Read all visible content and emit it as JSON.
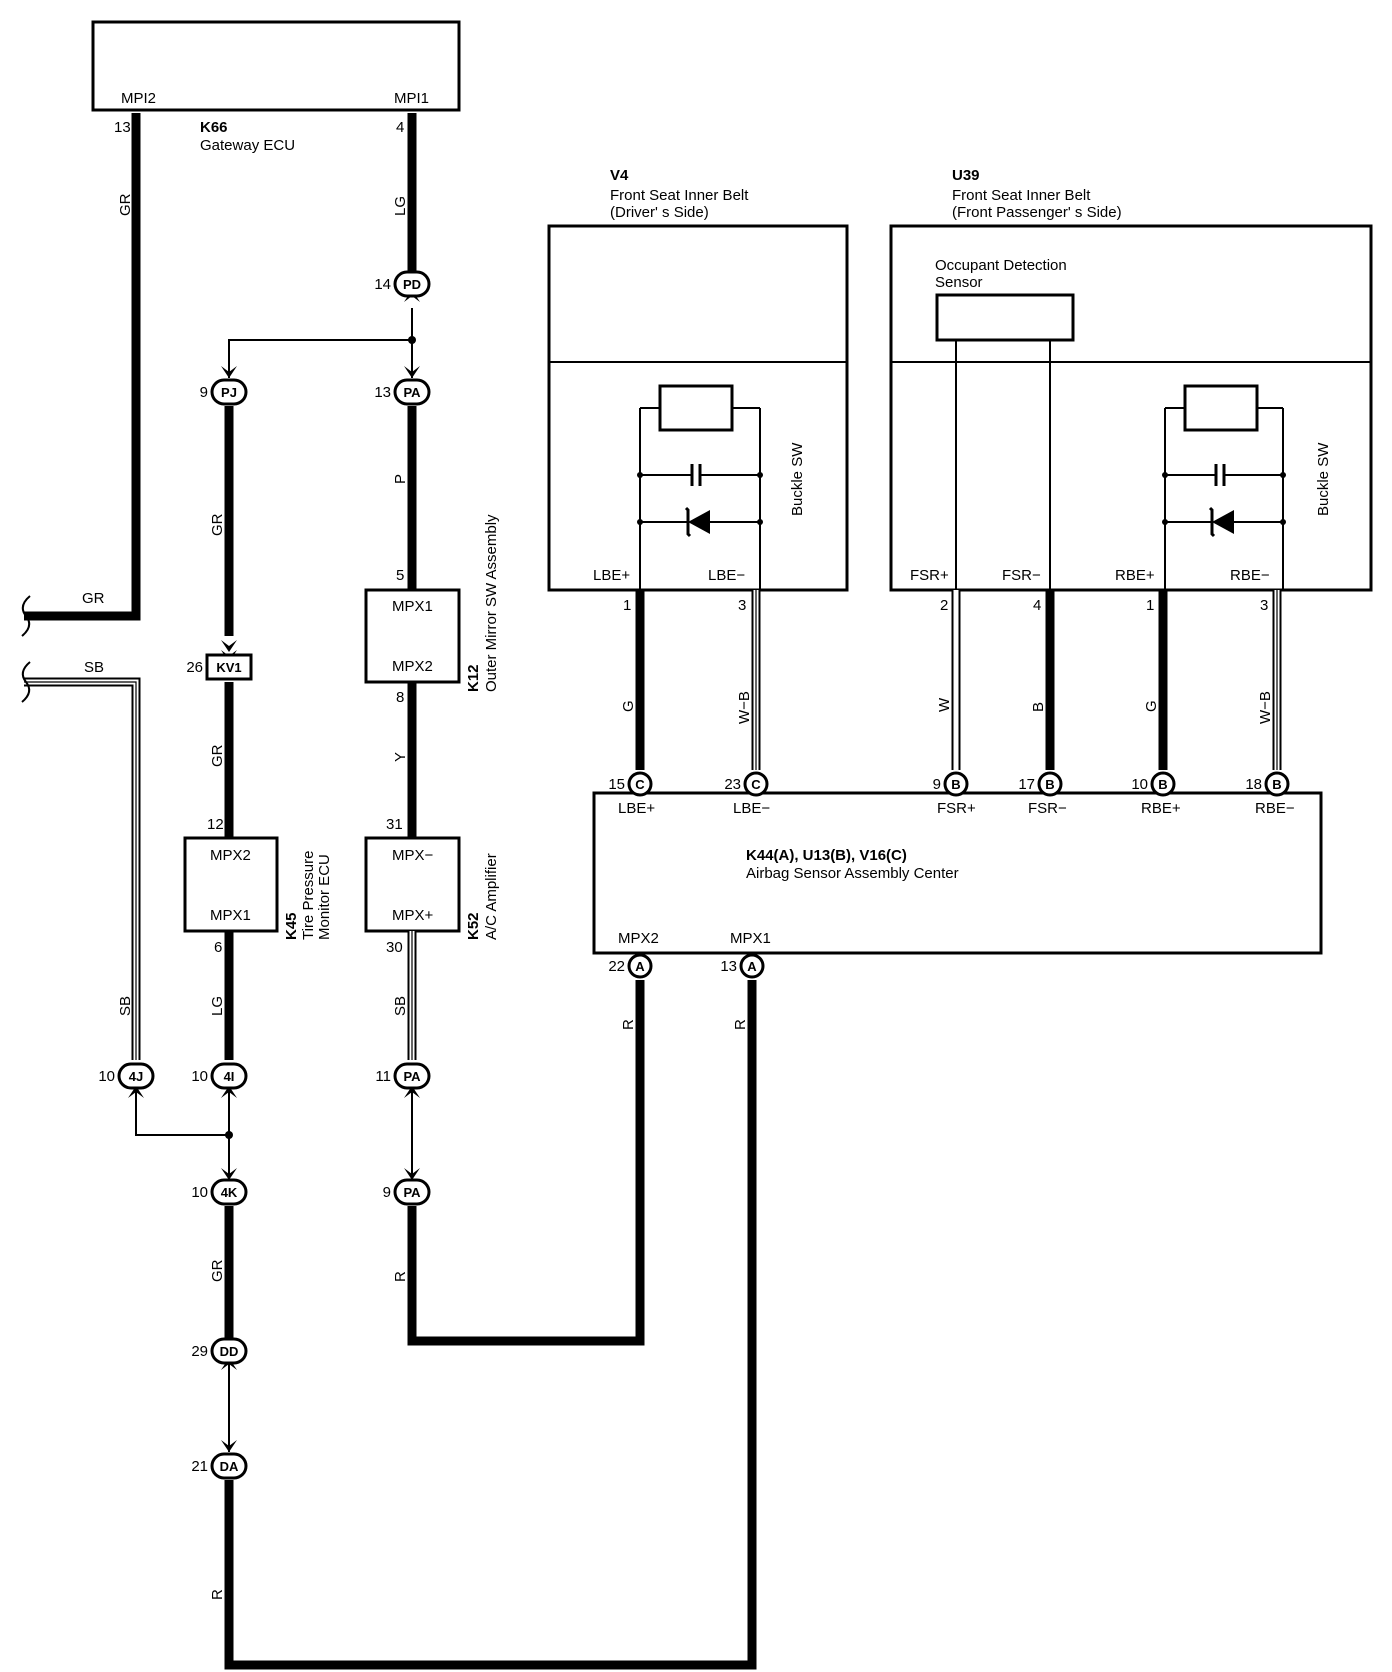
{
  "components": {
    "k66": {
      "id": "K66",
      "name": "Gateway ECU",
      "pin_mpi2": "MPI2",
      "pin_mpi1": "MPI1",
      "n_mpi2": "13",
      "n_mpi1": "4"
    },
    "v4": {
      "id": "V4",
      "name1": "Front Seat Inner Belt",
      "name2": "(Driver' s Side)",
      "buckle": "Buckle SW",
      "p_lbep": "LBE+",
      "p_lbem": "LBE−",
      "n1": "1",
      "n3": "3"
    },
    "u39": {
      "id": "U39",
      "name1": "Front Seat Inner Belt",
      "name2": "(Front Passenger' s Side)",
      "sensor1": "Occupant Detection",
      "sensor2": "Sensor",
      "buckle": "Buckle SW",
      "p_fsrp": "FSR+",
      "p_fsrm": "FSR−",
      "p_rbep": "RBE+",
      "p_rbem": "RBE−",
      "n2": "2",
      "n4": "4",
      "n1": "1",
      "n3": "3"
    },
    "k12": {
      "id": "K12",
      "name": "Outer Mirror SW Assembly",
      "p1": "MPX1",
      "p2": "MPX2",
      "n5": "5",
      "n8": "8"
    },
    "k45": {
      "id": "K45",
      "name1": "Tire Pressure",
      "name2": "Monitor ECU",
      "p2": "MPX2",
      "p1": "MPX1",
      "n12": "12",
      "n6": "6"
    },
    "k52": {
      "id": "K52",
      "name": "A/C Amplifier",
      "pm": "MPX−",
      "pp": "MPX+",
      "n31": "31",
      "n30": "30"
    },
    "k44": {
      "id": "K44(A), U13(B), V16(C)",
      "name": "Airbag Sensor Assembly Center",
      "top_pins": [
        "LBE+",
        "LBE−",
        "FSR+",
        "FSR−",
        "RBE+",
        "RBE−"
      ],
      "p_mpx2": "MPX2",
      "p_mpx1": "MPX1"
    }
  },
  "connectors": {
    "pd14": {
      "n": "14",
      "c": "PD"
    },
    "pj9": {
      "n": "9",
      "c": "PJ"
    },
    "pa13": {
      "n": "13",
      "c": "PA"
    },
    "kv1": {
      "n": "26",
      "c": "KV1"
    },
    "j4": {
      "n": "10",
      "c": "4J"
    },
    "i4": {
      "n": "10",
      "c": "4I"
    },
    "pa11": {
      "n": "11",
      "c": "PA"
    },
    "k4": {
      "n": "10",
      "c": "4K"
    },
    "pa9": {
      "n": "9",
      "c": "PA"
    },
    "dd": {
      "n": "29",
      "c": "DD"
    },
    "da": {
      "n": "21",
      "c": "DA"
    },
    "c15": {
      "n": "15",
      "c": "C"
    },
    "c23": {
      "n": "23",
      "c": "C"
    },
    "b9": {
      "n": "9",
      "c": "B"
    },
    "b17": {
      "n": "17",
      "c": "B"
    },
    "b10": {
      "n": "10",
      "c": "B"
    },
    "b18": {
      "n": "18",
      "c": "B"
    },
    "a22": {
      "n": "22",
      "c": "A"
    },
    "a13": {
      "n": "13",
      "c": "A"
    }
  },
  "wires": {
    "gr": "GR",
    "lg": "LG",
    "p": "P",
    "y": "Y",
    "sb": "SB",
    "r": "R",
    "g": "G",
    "wb": "W−B",
    "w": "W",
    "b": "B"
  }
}
